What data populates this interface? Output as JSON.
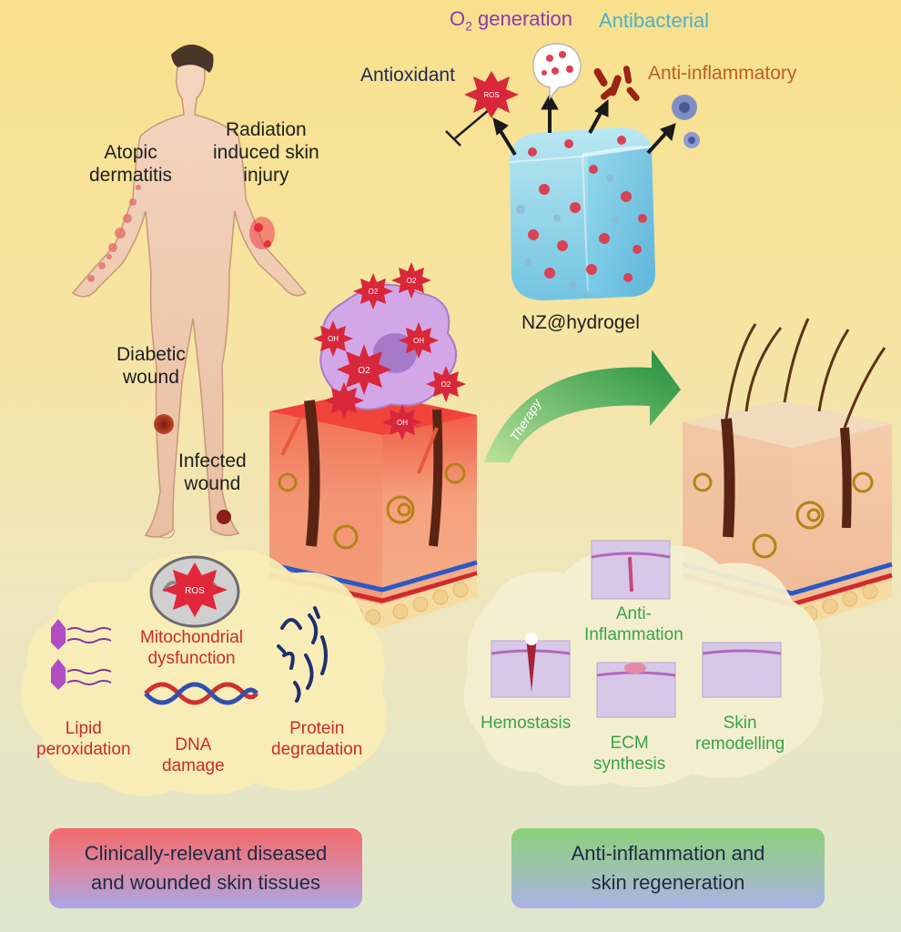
{
  "patient": {
    "atopic": [
      "Atopic",
      "dermatitis"
    ],
    "radiation": [
      "Radiation",
      "induced skin",
      "injury"
    ],
    "diabetic": [
      "Diabetic",
      "wound"
    ],
    "infected": [
      "Infected",
      "wound"
    ]
  },
  "hydrogel": {
    "label": "NZ@hydrogel",
    "o2_prefix": "O",
    "o2_sub": "2",
    "o2_suffix": " generation",
    "antibacterial": "Antibacterial",
    "antioxidant": "Antioxidant",
    "anti_inflammatory": "Anti-inflammatory",
    "ros": "ROS"
  },
  "ros_labels": {
    "o2": "O2",
    "oh": "OH"
  },
  "therapy": {
    "label": "Therapy"
  },
  "damage": {
    "ros_mito": "ROS",
    "mito": [
      "Mitochondrial",
      "dysfunction"
    ],
    "lipid": [
      "Lipid",
      "peroxidation"
    ],
    "dna": [
      "DNA",
      "damage"
    ],
    "protein": [
      "Protein",
      "degradation"
    ]
  },
  "healing": {
    "anti_inflam": [
      "Anti-",
      "Inflammation"
    ],
    "hemostasis": "Hemostasis",
    "ecm": [
      "ECM",
      "synthesis"
    ],
    "skin": [
      "Skin",
      "remodelling"
    ]
  },
  "footer": {
    "left": [
      "Clinically-relevant diseased",
      "and wounded skin tissues"
    ],
    "right": [
      "Anti-inflammation and",
      "skin regeneration"
    ]
  },
  "colors": {
    "damage_text": "#cc2b28",
    "healing_text": "#3ba24a",
    "left_box_from": "#f26a6a",
    "left_box_to": "#a8a8e6",
    "right_box_from": "#8bd07a",
    "right_box_to": "#aab2e8"
  }
}
